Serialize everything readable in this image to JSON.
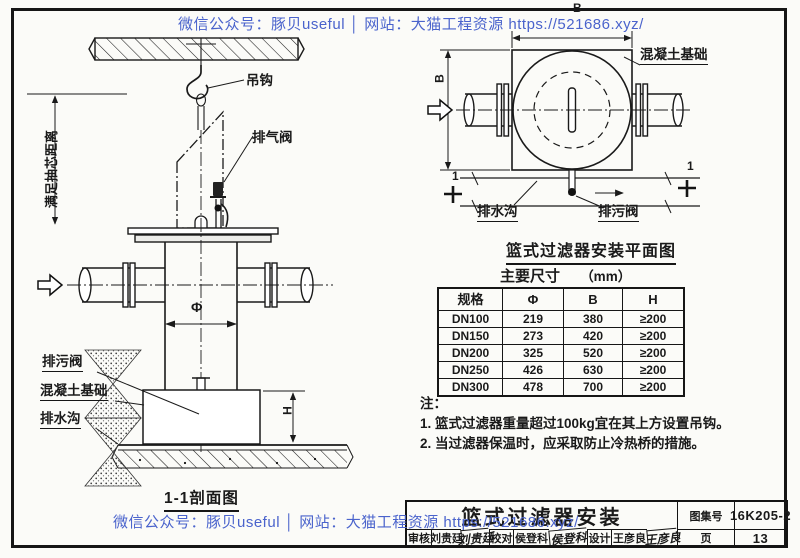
{
  "watermark": {
    "text": "微信公众号：豚贝useful │ 网站：大猫工程资源 https://521686.xyz/",
    "color": "#4a63cc"
  },
  "section_view": {
    "title": "1-1剖面图",
    "labels": {
      "hook": "吊钩",
      "vent_valve": "排气阀",
      "clearance": "满足抽芯距离",
      "drain_valve": "排污阀",
      "foundation": "混凝土基础",
      "ditch": "排水沟",
      "phi": "Φ",
      "height": "H"
    }
  },
  "plan_view": {
    "title": "篮式过滤器安装平面图",
    "labels": {
      "foundation": "混凝土基础",
      "ditch": "排水沟",
      "drain_valve": "排污阀",
      "dim_b_top": "B",
      "dim_b_left": "B",
      "section_mark_left": "1",
      "section_mark_right": "1"
    }
  },
  "dimensions_table": {
    "title": "主要尺寸",
    "unit": "（mm）",
    "headers": [
      "规格",
      "Φ",
      "B",
      "H"
    ],
    "rows": [
      [
        "DN100",
        "219",
        "380",
        "≥200"
      ],
      [
        "DN150",
        "273",
        "420",
        "≥200"
      ],
      [
        "DN200",
        "325",
        "520",
        "≥200"
      ],
      [
        "DN250",
        "426",
        "630",
        "≥200"
      ],
      [
        "DN300",
        "478",
        "700",
        "≥200"
      ]
    ]
  },
  "notes": {
    "heading": "注：",
    "items": [
      "1. 篮式过滤器重量超过100kg宜在其上方设置吊钩。",
      "2. 当过滤器保温时，应采取防止冷热桥的措施。"
    ]
  },
  "title_block": {
    "drawing_title": "篮式过滤器安装",
    "atlas_no_label": "图集号",
    "atlas_no": "16K205-2",
    "page_label": "页",
    "page_no": "13",
    "review_label": "审核",
    "reviewer": "刘贵廷",
    "reviewer_sig": "刘贵廷",
    "proof_label": "校对",
    "proofreader": "侯登科",
    "proofreader_sig": "侯登科",
    "design_label": "设计",
    "designer": "王彦良",
    "designer_sig": "王彦良"
  }
}
